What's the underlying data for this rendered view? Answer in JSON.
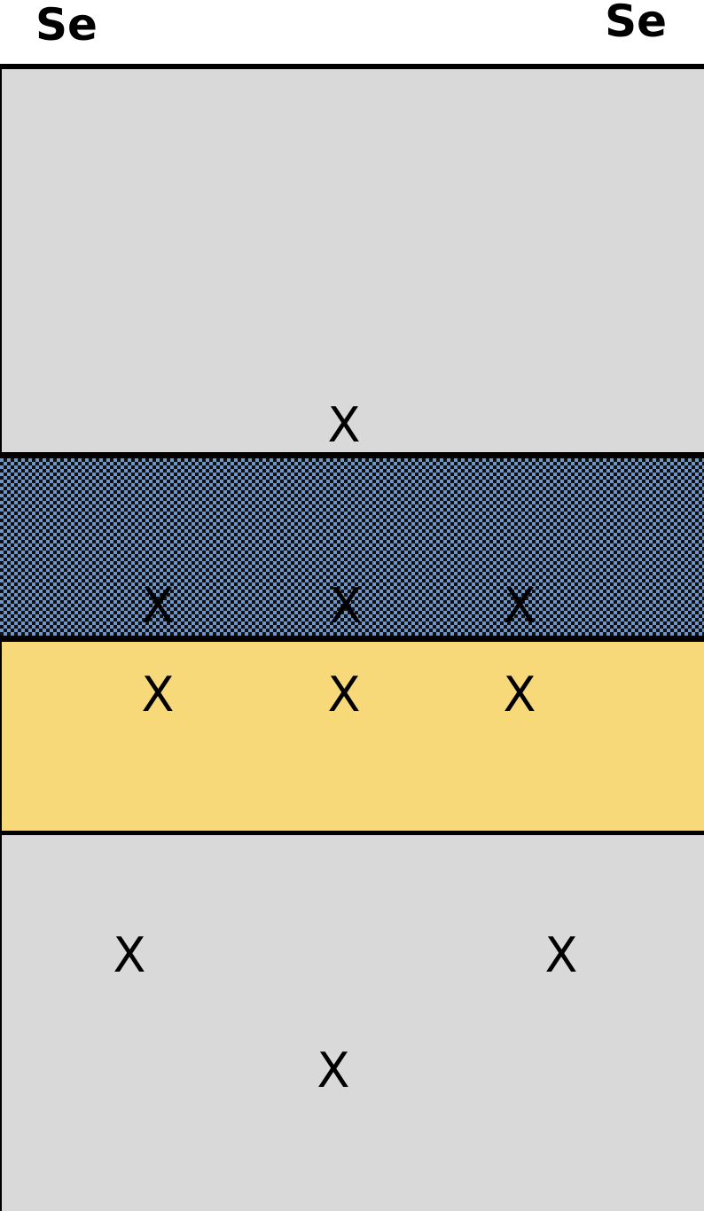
{
  "labels": {
    "left": "Se",
    "right": "Se"
  },
  "colors": {
    "top_band": "#d9d9d9",
    "blue_band": "#6f94c8",
    "yellow_band": "#f8d97a",
    "bottom_band": "#d9d9d9"
  },
  "markers": {
    "top_1": "X",
    "blue_1": "X",
    "blue_2": "X",
    "blue_3": "X",
    "yellow_1": "X",
    "yellow_2": "X",
    "yellow_3": "X",
    "bottom_1": "X",
    "bottom_2": "X",
    "bottom_3": "X"
  }
}
